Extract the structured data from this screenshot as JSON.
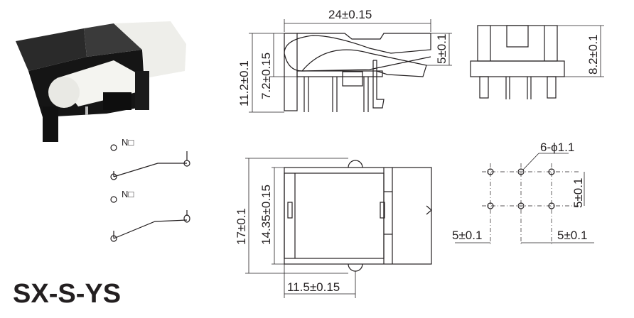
{
  "model": "SX-S-YS",
  "schematic": {
    "contact_label_1": "N□",
    "contact_label_2": "N□"
  },
  "side_view": {
    "length": "24±0.15",
    "height": "11.2±0.1",
    "body_height": "7.2±0.15",
    "lever_height": "5±0.1"
  },
  "front_view": {
    "height": "8.2±0.1"
  },
  "bottom_view": {
    "width": "17±0.1",
    "inner_width": "14.35±0.15",
    "offset": "11.5±0.15"
  },
  "hole_pattern": {
    "holes": "6-ϕ1.1",
    "row_pitch": "5±0.1",
    "col_pitch_left": "5±0.1",
    "col_pitch_right": "5±0.1"
  },
  "colors": {
    "ink": "#231f20",
    "body": "#1b1b1b",
    "lever": "#f2f2ee"
  }
}
